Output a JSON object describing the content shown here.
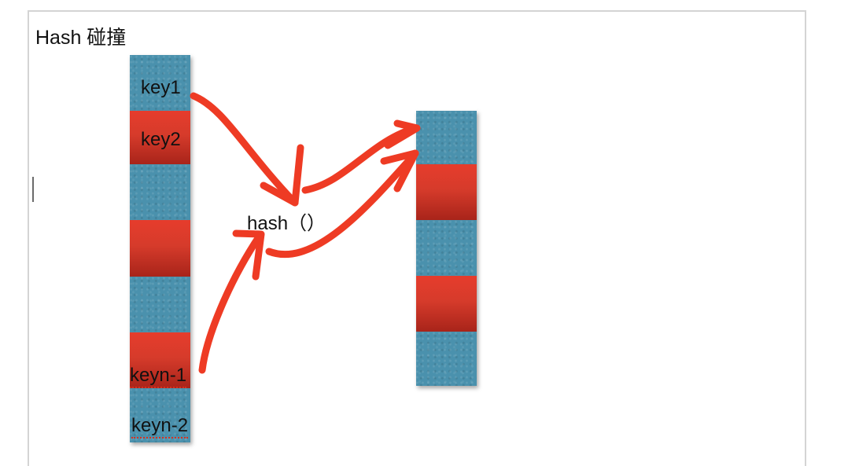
{
  "document": {
    "title": "Hash 碰撞"
  },
  "left_column": {
    "labels": {
      "key1": "key1",
      "key2": "key2",
      "keyn_1": "keyn-1",
      "keyn_2": "keyn-2"
    }
  },
  "hash_function": {
    "label": "hash（）"
  },
  "colors": {
    "cell_blue": "#4a91ad",
    "cell_red": "#d63b2b",
    "arrow_red": "#ee3b24",
    "frame_border": "#d4d4d4"
  }
}
